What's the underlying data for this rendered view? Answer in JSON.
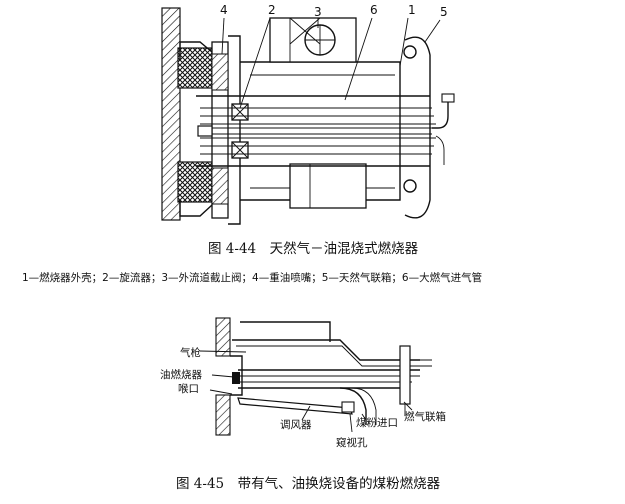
{
  "figure1": {
    "part_numbers": [
      "4",
      "2",
      "3",
      "6",
      "1",
      "5"
    ],
    "caption": "图 4-44　天然气－油混烧式燃烧器",
    "legend": "1—燃烧器外壳；2—旋流器；3—外流道截止阀；4—重油喷嘴；5—天然气联箱；6—大燃气进气管"
  },
  "figure2": {
    "labels": {
      "gas_gun": "气枪",
      "oil_burner": "油燃烧器",
      "throat": "喉口",
      "damper": "调风器",
      "coal_inlet": "煤粉进口",
      "gas_header": "燃气联箱",
      "sight_hole": "窥视孔"
    },
    "caption": "图 4-45　带有气、油换烧设备的煤粉燃烧器"
  }
}
